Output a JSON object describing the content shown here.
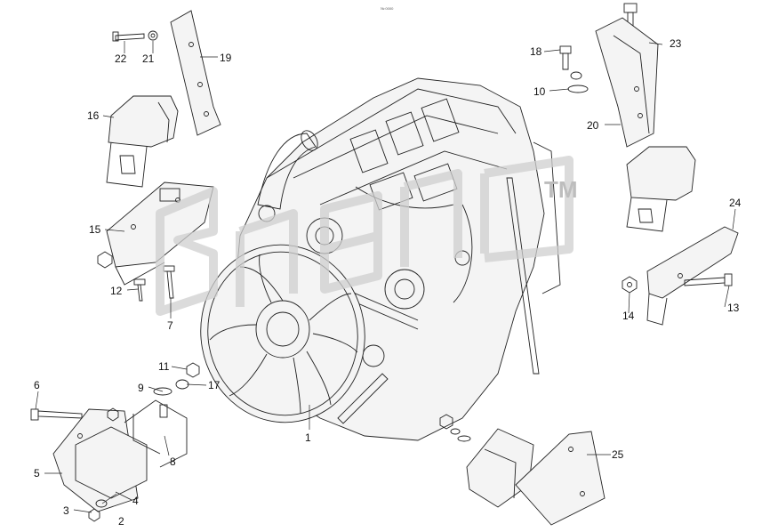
{
  "diagram": {
    "header_mark": "№ 0000",
    "watermark_mark": "TM",
    "callouts": [
      {
        "id": "1",
        "text": "1"
      },
      {
        "id": "2",
        "text": "2"
      },
      {
        "id": "3",
        "text": "3"
      },
      {
        "id": "4",
        "text": "4"
      },
      {
        "id": "5",
        "text": "5"
      },
      {
        "id": "6",
        "text": "6"
      },
      {
        "id": "7",
        "text": "7"
      },
      {
        "id": "8",
        "text": "8"
      },
      {
        "id": "9",
        "text": "9"
      },
      {
        "id": "10",
        "text": "10"
      },
      {
        "id": "11",
        "text": "11"
      },
      {
        "id": "12",
        "text": "12"
      },
      {
        "id": "13",
        "text": "13"
      },
      {
        "id": "14",
        "text": "14"
      },
      {
        "id": "15",
        "text": "15"
      },
      {
        "id": "16",
        "text": "16"
      },
      {
        "id": "17",
        "text": "17"
      },
      {
        "id": "18",
        "text": "18"
      },
      {
        "id": "19",
        "text": "19"
      },
      {
        "id": "20",
        "text": "20"
      },
      {
        "id": "21",
        "text": "21"
      },
      {
        "id": "22",
        "text": "22"
      },
      {
        "id": "23",
        "text": "23"
      },
      {
        "id": "24",
        "text": "24"
      },
      {
        "id": "25",
        "text": "25"
      }
    ]
  }
}
